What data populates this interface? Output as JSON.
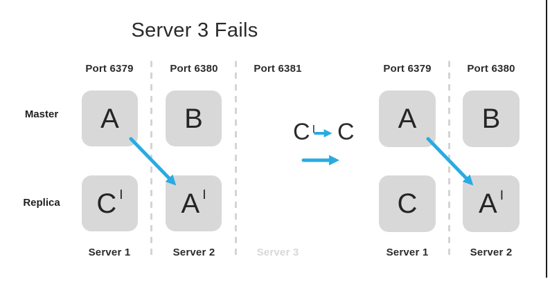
{
  "title": "Server 3 Fails",
  "colors": {
    "accent": "#29abe2",
    "node_fill": "#d8d8d8",
    "text": "#2b2b2b",
    "failed_text": "#d8d8d8"
  },
  "row_labels": {
    "master": "Master",
    "replica": "Replica"
  },
  "before": {
    "columns": [
      {
        "port": "Port 6379",
        "server": "Server 1"
      },
      {
        "port": "Port 6380",
        "server": "Server 2"
      },
      {
        "port": "Port 6381",
        "server": "Server 3"
      }
    ],
    "nodes": {
      "master_1": {
        "letter": "A",
        "prime": ""
      },
      "master_2": {
        "letter": "B",
        "prime": ""
      },
      "replica_1": {
        "letter": "C",
        "prime": "I"
      },
      "replica_2": {
        "letter": "A",
        "prime": "I"
      }
    }
  },
  "promotion_note": {
    "from_letter": "C",
    "from_prime": "I",
    "to_letter": "C"
  },
  "after": {
    "columns": [
      {
        "port": "Port 6379",
        "server": "Server 1"
      },
      {
        "port": "Port 6380",
        "server": "Server 2"
      }
    ],
    "nodes": {
      "master_1": {
        "letter": "A",
        "prime": ""
      },
      "master_2": {
        "letter": "B",
        "prime": ""
      },
      "replica_1": {
        "letter": "C",
        "prime": ""
      },
      "replica_2": {
        "letter": "A",
        "prime": "I"
      }
    }
  }
}
